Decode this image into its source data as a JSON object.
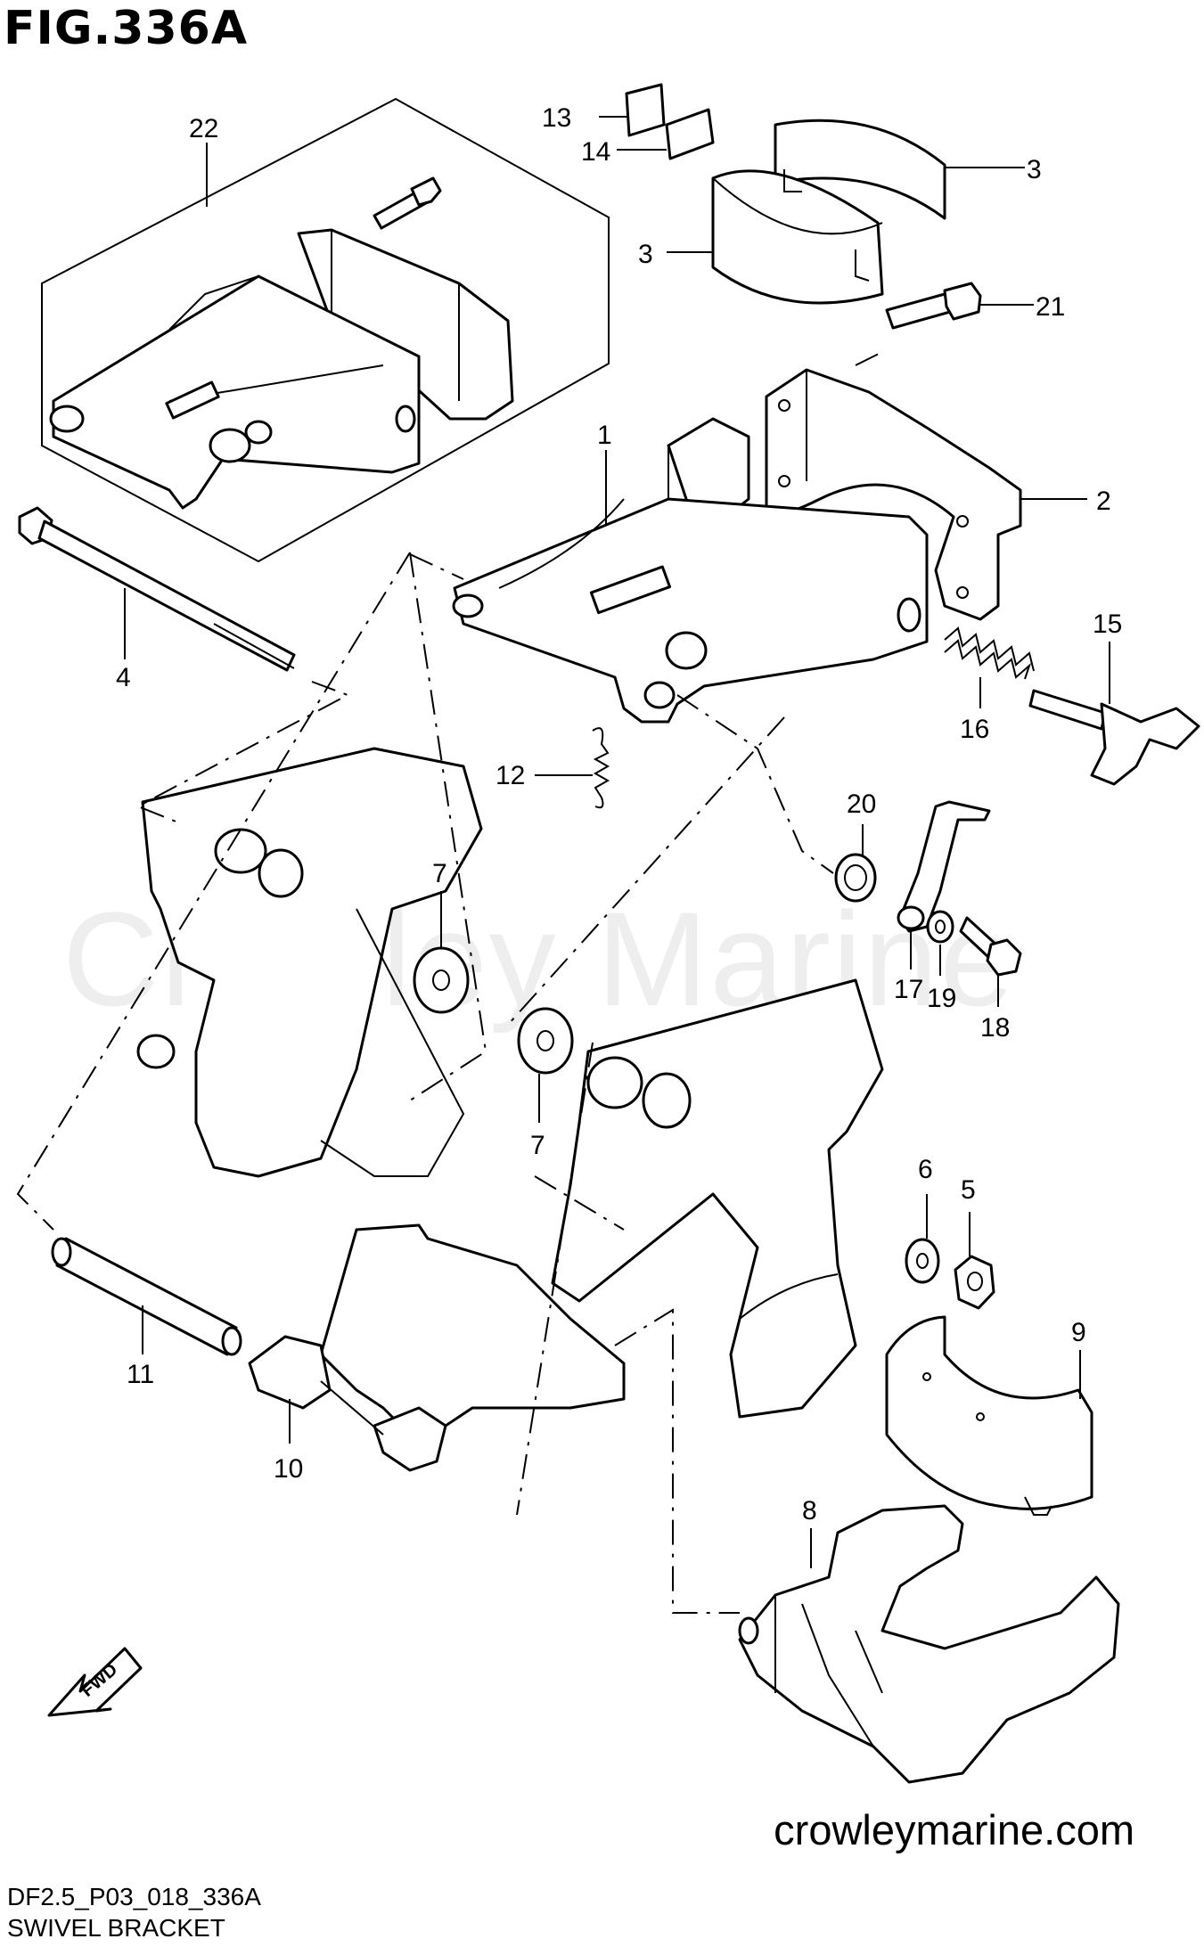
{
  "figure": {
    "title": "FIG.336A",
    "code": "DF2.5_P03_018_336A",
    "name": "SWIVEL BRACKET",
    "website": "crowleymarine.com",
    "watermark": "Crowley Marine",
    "fwd_label": "FWD"
  },
  "callouts": [
    "1",
    "2",
    "3",
    "3",
    "4",
    "5",
    "6",
    "7",
    "7",
    "8",
    "9",
    "10",
    "11",
    "12",
    "13",
    "14",
    "15",
    "16",
    "17",
    "18",
    "19",
    "20",
    "21",
    "22"
  ]
}
